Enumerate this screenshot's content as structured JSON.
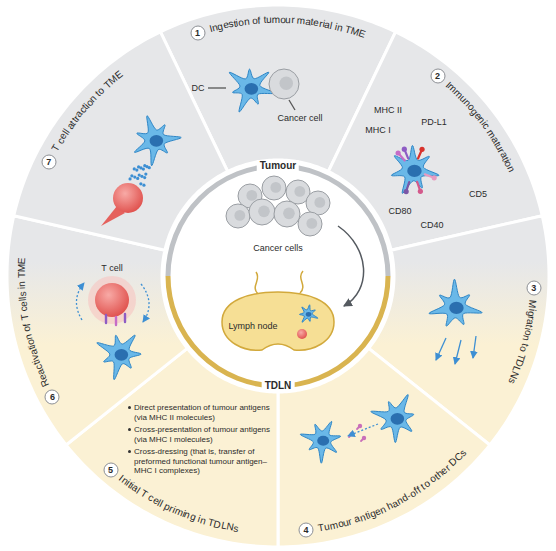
{
  "diagram": {
    "nodes": [
      {
        "text": [
          "1",
          "Ingestion of tumour material in TME"
        ]
      },
      {
        "text": [
          "2",
          "Immunogenic maturation"
        ]
      },
      {
        "text": [
          "3",
          "Migration to TDLNs"
        ]
      },
      {
        "text": [
          "4",
          "Tumour antigen hand-off to other DCs"
        ]
      },
      {
        "text": [
          "5",
          "Initial T cell priming in TDLNs"
        ]
      },
      {
        "text": [
          "6",
          "Reactivation of T cells in TME"
        ]
      },
      {
        "text": [
          "7",
          "T cell attraction to TME"
        ]
      }
    ],
    "labels": [
      "DC",
      "Cancer cell",
      "MHC II",
      "MHC I",
      "CD80",
      "CD40",
      "PD-L1",
      "CD5",
      "Tumour",
      "Cancer cells",
      "Lymph node",
      "TDLN",
      "T cell",
      "Direct presentation of tumour antigens (via MHC II molecules)",
      "Cross-presentation of tumour antigens (via MHC I molecules)",
      "Cross-dressing (that is, transfer of preformed functional tumour antigen–MHC I complexes)"
    ]
  }
}
